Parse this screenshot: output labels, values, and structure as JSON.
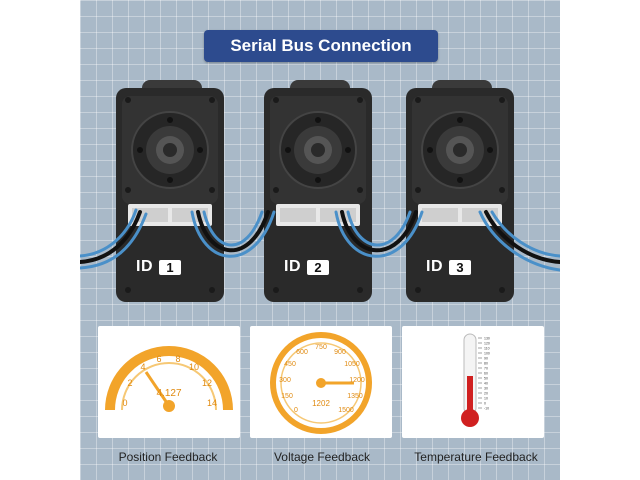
{
  "title": "Serial Bus Connection",
  "servos": [
    {
      "id_text": "ID",
      "id_num": "1"
    },
    {
      "id_text": "ID",
      "id_num": "2"
    },
    {
      "id_text": "ID",
      "id_num": "3"
    }
  ],
  "position_gauge": {
    "ticks": [
      "0",
      "2",
      "4",
      "6",
      "8",
      "10",
      "12",
      "14"
    ],
    "readout": "4.127"
  },
  "voltage_gauge": {
    "ticks": [
      "0",
      "150",
      "300",
      "450",
      "600",
      "750",
      "900",
      "1050",
      "1200",
      "1350",
      "1500"
    ],
    "readout": "1202"
  },
  "thermometer": {
    "scale_numbers": [
      "130",
      "120",
      "110",
      "100",
      "90",
      "80",
      "70",
      "60",
      "50",
      "40",
      "30",
      "20",
      "10",
      "0",
      "-10"
    ]
  },
  "labels": {
    "position": "Position Feedback",
    "voltage": "Voltage Feedback",
    "temperature": "Temperature Feedback"
  },
  "colors": {
    "banner": "#2d4b8e",
    "gauge_orange": "#f2a42a",
    "servo_body": "#2a2a2a",
    "cable_blue": "#4a90c9",
    "thermo_red": "#d02020"
  }
}
